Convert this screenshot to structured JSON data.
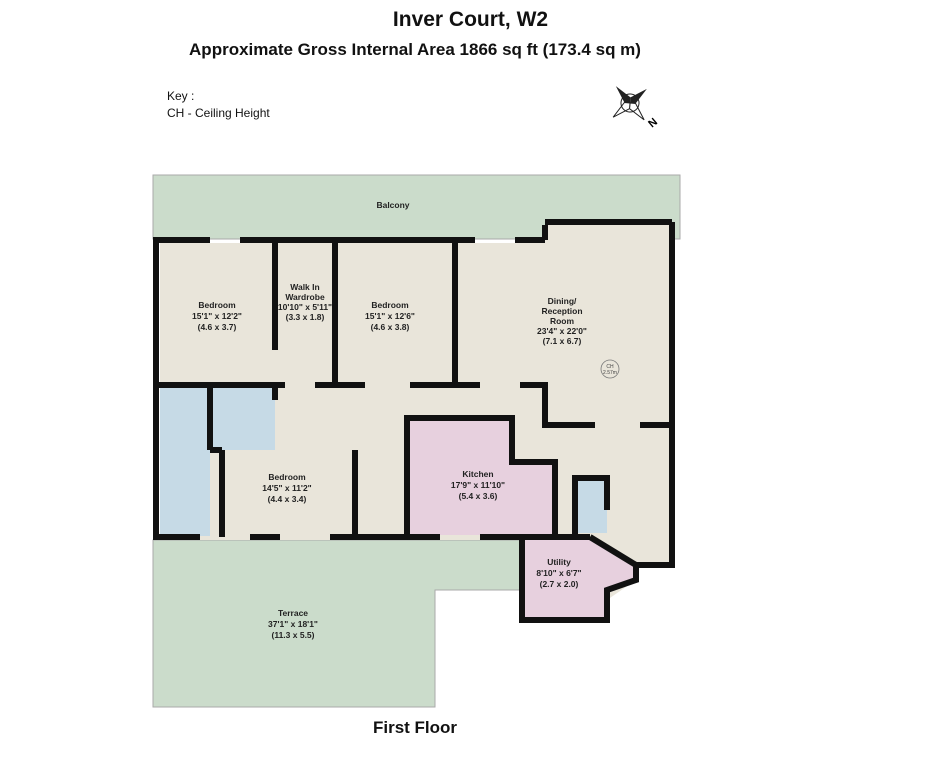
{
  "header": {
    "title": "Inver Court, W2",
    "subtitle": "Approximate Gross Internal Area 1866 sq ft (173.4 sq m)"
  },
  "key": {
    "heading": "Key :",
    "item": "CH - Ceiling Height"
  },
  "compass": {
    "label": "N"
  },
  "rooms": [
    {
      "name": "Balcony",
      "dims": "",
      "metric": ""
    },
    {
      "name": "Bedroom",
      "dims": "15'1\" x 12'2\"",
      "metric": "(4.6 x 3.7)"
    },
    {
      "name": "Walk In Wardrobe",
      "dims": "10'10\" x 5'11\"",
      "metric": "(3.3 x 1.8)"
    },
    {
      "name": "Bedroom",
      "dims": "15'1\" x 12'6\"",
      "metric": "(4.6 x 3.8)"
    },
    {
      "name": "Dining/ Reception Room",
      "dims": "23'4\" x 22'0\"",
      "metric": "(7.1 x 6.7)"
    },
    {
      "name": "Bedroom",
      "dims": "14'5\" x 11'2\"",
      "metric": "(4.4 x 3.4)"
    },
    {
      "name": "Kitchen",
      "dims": "17'9\" x 11'10\"",
      "metric": "(5.4 x 3.6)"
    },
    {
      "name": "Utility",
      "dims": "8'10\" x 6'7\"",
      "metric": "(2.7 x 2.0)"
    },
    {
      "name": "Terrace",
      "dims": "37'1\" x 18'1\"",
      "metric": "(11.3 x 5.5)"
    }
  ],
  "ceiling": {
    "label": "CH",
    "value": "2.57m"
  },
  "footer": {
    "floor": "First Floor"
  },
  "colors": {
    "outdoor": "#cbdccb",
    "room": "#e9e5da",
    "bath": "#c6dae6",
    "kitchen": "#e7d0de",
    "wall": "#111111"
  }
}
